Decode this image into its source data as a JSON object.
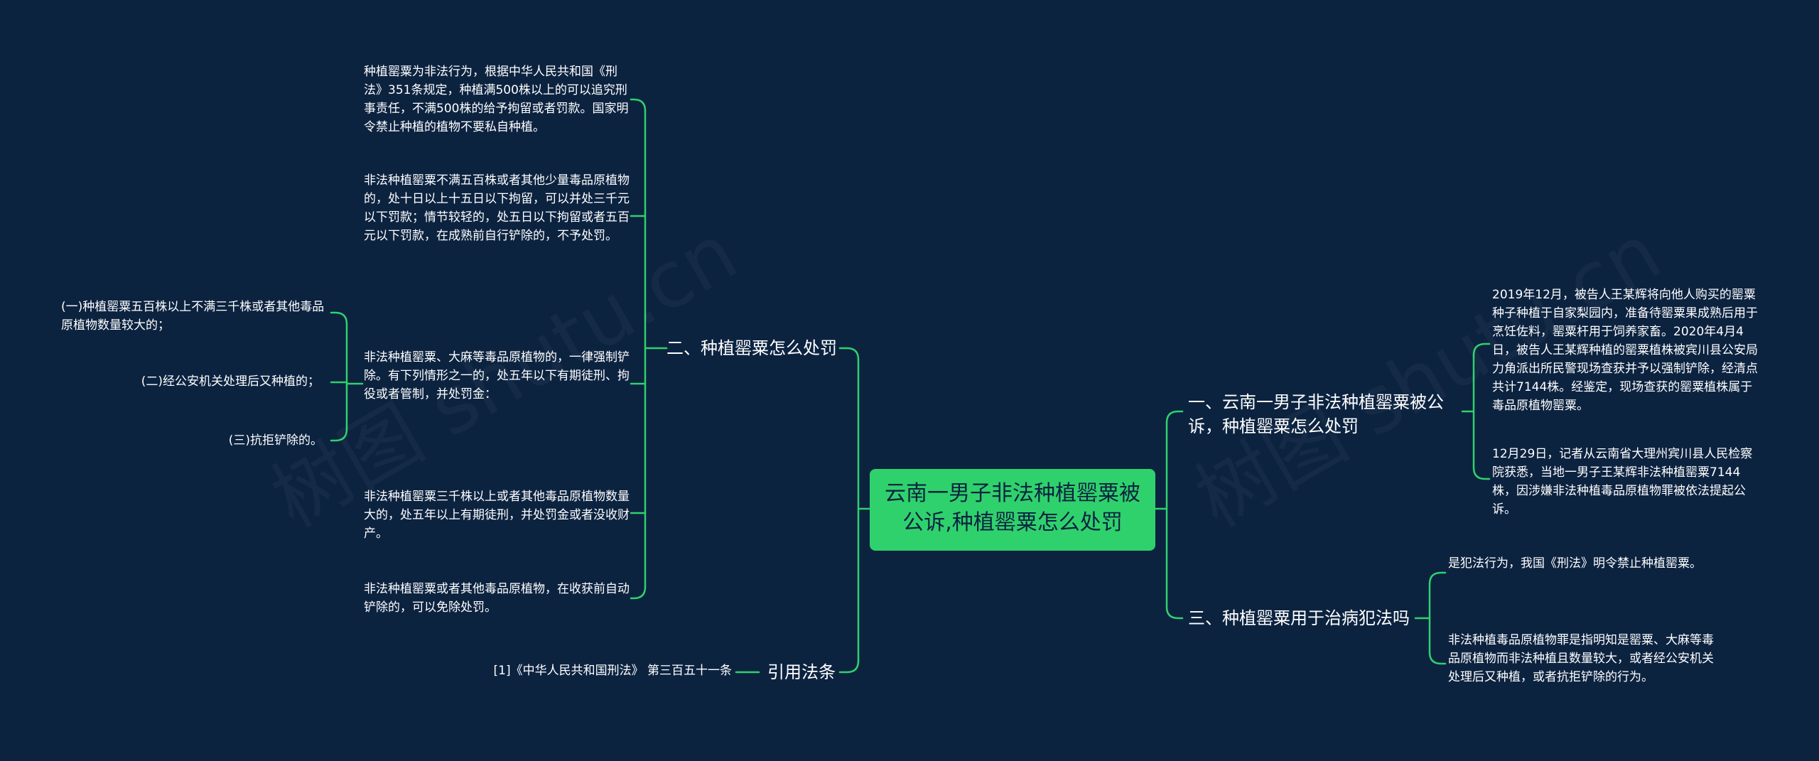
{
  "root": {
    "title": "云南一男子非法种植罂粟被公诉,种植罂粟怎么处罚"
  },
  "branches": {
    "b2": {
      "label": "二、种植罂粟怎么处罚",
      "leaves": [
        "种植罂粟为非法行为，根据中华人民共和国《刑法》351条规定，种植满500株以上的可以追究刑事责任，不满500株的给予拘留或者罚款。国家明令禁止种植的植物不要私自种植。",
        "非法种植罂粟不满五百株或者其他少量毒品原植物的，处十日以上十五日以下拘留，可以并处三千元以下罚款；情节较轻的，处五日以下拘留或者五百元以下罚款，在成熟前自行铲除的，不予处罚。",
        "非法种植罂粟、大麻等毒品原植物的，一律强制铲除。有下列情形之一的，处五年以下有期徒刑、拘役或者管制，并处罚金：",
        "非法种植罂粟三千株以上或者其他毒品原植物数量大的，处五年以上有期徒刑，并处罚金或者没收财产。",
        "非法种植罂粟或者其他毒品原植物，在收获前自动铲除的，可以免除处罚。"
      ],
      "sub_leaves": [
        "(一)种植罂粟五百株以上不满三千株或者其他毒品原植物数量较大的；",
        "(二)经公安机关处理后又种植的；",
        "(三)抗拒铲除的。"
      ]
    },
    "b_ref": {
      "label": "引用法条",
      "leaves": [
        "[1]《中华人民共和国刑法》 第三百五十一条"
      ]
    },
    "b1": {
      "label": "一、云南一男子非法种植罂粟被公诉，种植罂粟怎么处罚",
      "leaves": [
        "2019年12月，被告人王某辉将向他人购买的罂粟种子种植于自家梨园内，准备待罂粟果成熟后用于烹饪佐料，罂粟杆用于饲养家畜。2020年4月4日，被告人王某辉种植的罂粟植株被宾川县公安局力角派出所民警现场查获并予以强制铲除，经清点共计7144株。经鉴定，现场查获的罂粟植株属于毒品原植物罂粟。",
        "12月29日，记者从云南省大理州宾川县人民检察院获悉，当地一男子王某辉非法种植罂粟7144株，因涉嫌非法种植毒品原植物罪被依法提起公诉。"
      ]
    },
    "b3": {
      "label": "三、种植罂粟用于治病犯法吗",
      "leaves": [
        "是犯法行为，我国《刑法》明令禁止种植罂粟。",
        "非法种植毒品原植物罪是指明知是罂粟、大麻等毒品原植物而非法种植且数量较大，或者经公安机关处理后又种植，或者抗拒铲除的行为。"
      ]
    }
  },
  "colors": {
    "background": "#0c2340",
    "root_fill": "#2fd16c",
    "connector": "#2fd16c",
    "text": "#ffffff"
  }
}
